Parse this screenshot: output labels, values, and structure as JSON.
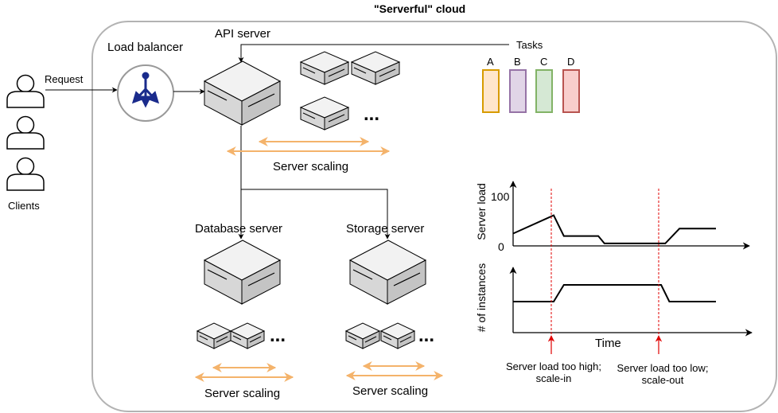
{
  "title": "\"Serverful\" cloud",
  "clients": {
    "label": "Clients",
    "request_label": "Request"
  },
  "load_balancer": {
    "label": "Load balancer"
  },
  "api_server": {
    "label": "API server",
    "scaling_label": "Server scaling"
  },
  "tasks": {
    "label": "Tasks",
    "items": [
      {
        "letter": "A",
        "color": "#d79b00",
        "fill": "#ffe6cc"
      },
      {
        "letter": "B",
        "color": "#9673a6",
        "fill": "#e1d5e7"
      },
      {
        "letter": "C",
        "color": "#82b366",
        "fill": "#d5e8d4"
      },
      {
        "letter": "D",
        "color": "#b85450",
        "fill": "#f8cecc"
      }
    ]
  },
  "database_server": {
    "label": "Database server",
    "scaling_label": "Server scaling"
  },
  "storage_server": {
    "label": "Storage server",
    "scaling_label": "Server scaling"
  },
  "ellipsis": "...",
  "colors": {
    "scaling_arrow": "#f4b36b",
    "cloud_border": "#b3b3b3",
    "event_line": "#e00000",
    "lb_icon": "#1a2b8c"
  },
  "chart_data": [
    {
      "type": "line",
      "ylabel": "Server load",
      "ytick_labels": [
        "100",
        "0"
      ],
      "xlabel": "",
      "series": [
        {
          "x": [
            0,
            0.2,
            0.25,
            0.42,
            0.45,
            0.75,
            0.82,
            1.0
          ],
          "values": [
            25,
            62,
            20,
            20,
            5,
            5,
            35,
            35
          ]
        }
      ]
    },
    {
      "type": "line",
      "ylabel": "# of instances",
      "xlabel": "Time",
      "series": [
        {
          "x": [
            0,
            0.2,
            0.25,
            0.73,
            0.77,
            1.0
          ],
          "values": [
            1,
            1,
            2,
            2,
            1,
            1
          ]
        }
      ]
    }
  ],
  "annotations": {
    "scale_in": {
      "line1": "Server load too high;",
      "line2": "scale-in"
    },
    "scale_out": {
      "line1": "Server load too low;",
      "line2": "scale-out"
    }
  }
}
